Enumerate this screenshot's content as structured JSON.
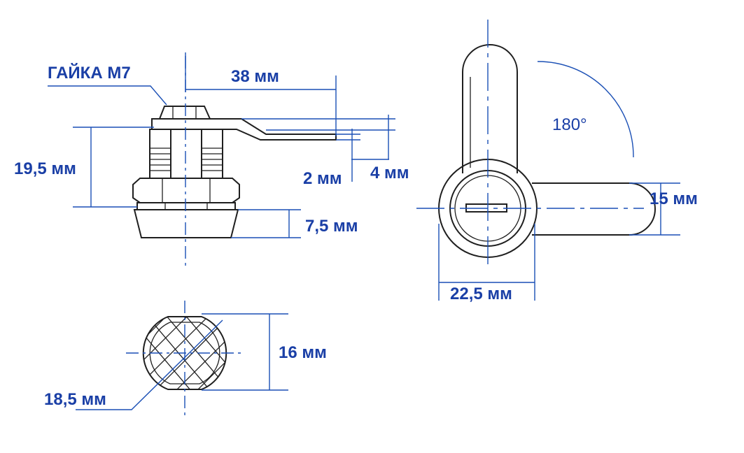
{
  "colors": {
    "outline": "#1f1f1f",
    "dimension": "#1a4fb5",
    "label": "#1a3fa6",
    "background": "#ffffff"
  },
  "labels": {
    "nut": "ГАЙКА М7",
    "length_38": "38 мм",
    "height_19_5": "19,5 мм",
    "gap_2": "2 мм",
    "gap_4": "4 мм",
    "flange_7_5": "7,5 мм",
    "cam_width_15": "15 мм",
    "diameter_22_5": "22,5 мм",
    "angle_180": "180°",
    "flat_16": "16 мм",
    "diameter_18_5": "18,5 мм"
  }
}
